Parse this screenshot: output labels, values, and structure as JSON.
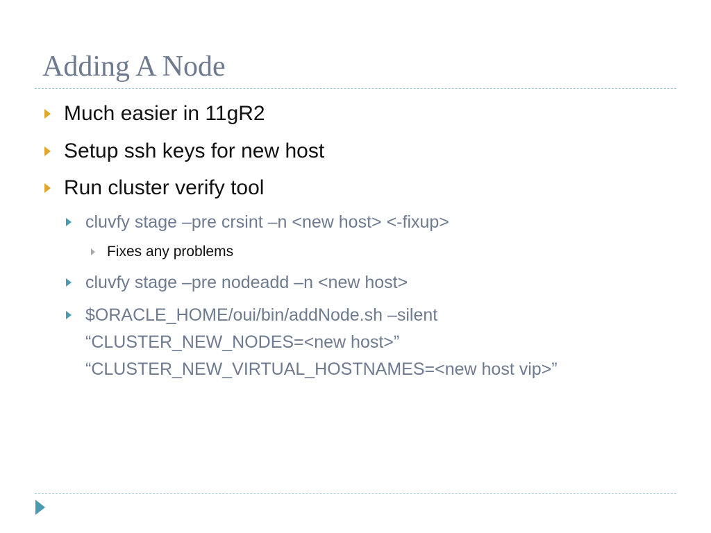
{
  "slide": {
    "title": "Adding A Node",
    "bullets": [
      {
        "text": "Much easier in 11gR2"
      },
      {
        "text": "Setup ssh keys for new host"
      },
      {
        "text": "Run cluster verify tool"
      }
    ],
    "sub_bullets": [
      {
        "text": "cluvfy stage –pre crsint –n <new host> <-fixup>"
      },
      {
        "text": "cluvfy stage –pre nodeadd –n <new host>"
      },
      {
        "lines": [
          "$ORACLE_HOME/oui/bin/addNode.sh –silent",
          "“CLUSTER_NEW_NODES=<new host>”",
          "“CLUSTER_NEW_VIRTUAL_HOSTNAMES=<new host vip>”"
        ]
      }
    ],
    "sub_sub_bullets": [
      {
        "text": "Fixes any problems"
      }
    ]
  },
  "colors": {
    "title": "#6d7a8f",
    "level1_text": "#111111",
    "level2_text": "#6d7a8f",
    "level1_bullet": "#e0a52a",
    "level2_bullet": "#4a9ab3",
    "level3_bullet": "#a9a9a9",
    "divider": "#9fc6cf",
    "nav_arrow": "#4a9ab3"
  },
  "icons": {
    "level1_bullet": "triangle-bullet-icon",
    "level2_bullet": "triangle-bullet-icon",
    "level3_bullet": "triangle-bullet-icon",
    "navigation": "play-arrow-icon"
  }
}
